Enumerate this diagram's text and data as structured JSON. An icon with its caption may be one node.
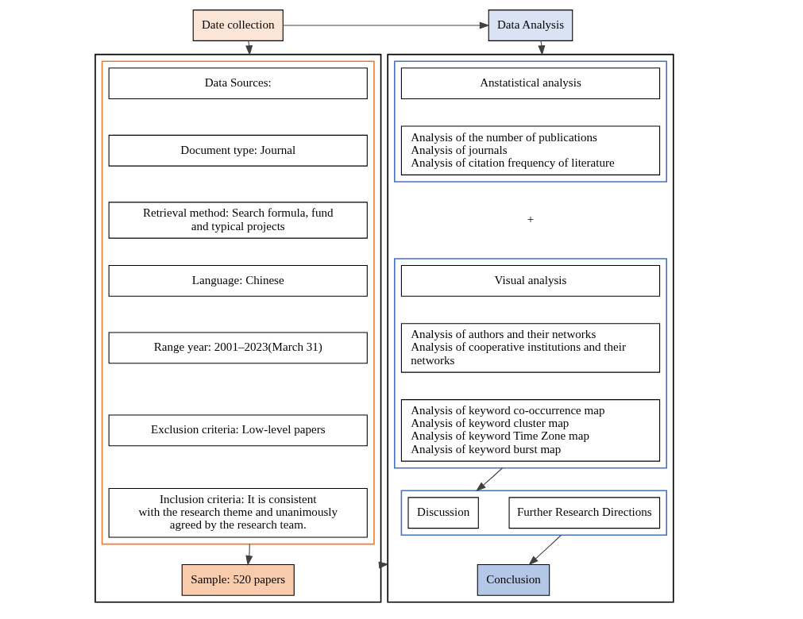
{
  "diagram": {
    "nodes": [
      {
        "text": [
          "Date collection"
        ]
      },
      {
        "text": [
          "Data Analysis"
        ]
      },
      {
        "text": [],
        "shape": "box"
      },
      {
        "text": [],
        "shape": "box",
        "in": 2
      },
      {
        "text": [
          "Data Sources:"
        ],
        "in": 3
      },
      {
        "text": [
          "Document type: Journal"
        ],
        "in": 3
      },
      {
        "text": [
          "Retrieval method: Search formula, fund and typical projects"
        ],
        "in": 3
      },
      {
        "text": [
          "Language: Chinese"
        ],
        "in": 3
      },
      {
        "text": [
          "Range year: 2001–2023(March 31)"
        ],
        "in": 3
      },
      {
        "text": [
          "Exclusion criteria: Low-level papers"
        ],
        "in": 3
      },
      {
        "text": [
          "Inclusion criteria: It is consistent with the research theme and unanimously agreed by the research team."
        ],
        "in": 3
      },
      {
        "text": [
          "Sample: 520 papers"
        ],
        "in": 2
      },
      {
        "text": [],
        "shape": "box"
      },
      {
        "text": [],
        "shape": "box",
        "in": 12
      },
      {
        "text": [
          "Anstatistical analysis"
        ],
        "in": 13
      },
      {
        "text": [
          "Analysis of the number of publications",
          "Analysis of journals",
          "Analysis of citation frequency of literature"
        ],
        "in": 13
      },
      {
        "text": [],
        "shape": "box",
        "in": 12
      },
      {
        "text": [
          "Visual analysis"
        ],
        "in": 16
      },
      {
        "text": [
          "Analysis of authors and their networks",
          "Analysis of cooperative institutions and their networks"
        ],
        "in": 16
      },
      {
        "text": [
          "Analysis of keyword co-occurrence map",
          "Analysis of keyword cluster map",
          "Analysis of keyword Time Zone map",
          "Analysis of keyword burst map"
        ],
        "in": 16
      },
      {
        "text": [],
        "shape": "box",
        "in": 12
      },
      {
        "text": [
          "Discussion"
        ],
        "in": 20
      },
      {
        "text": [
          "Further Research Directions"
        ],
        "in": 20
      },
      {
        "text": [
          "Conclusion"
        ],
        "in": 12
      }
    ],
    "edges": [
      {
        "from": 0,
        "to": 1,
        "arrow": "to"
      },
      {
        "from": 0,
        "to": 2,
        "arrow": "to"
      },
      {
        "from": 1,
        "to": 12,
        "arrow": "to"
      },
      {
        "from": 3,
        "to": 11,
        "arrow": "to"
      },
      {
        "from": 2,
        "to": 12,
        "arrow": "to"
      },
      {
        "from": 16,
        "to": 20,
        "arrow": "to"
      },
      {
        "from": 20,
        "to": 23,
        "arrow": "to"
      }
    ],
    "labels": [
      "+"
    ]
  }
}
